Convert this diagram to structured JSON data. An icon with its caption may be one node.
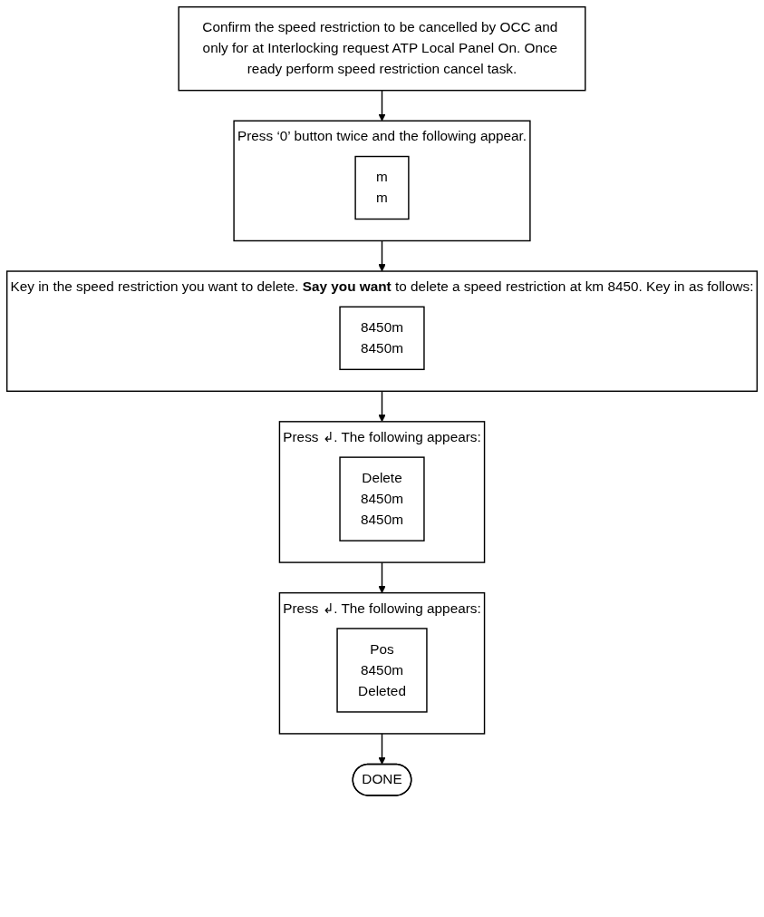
{
  "diagram": {
    "nodes": [
      {
        "text": [
          "Confirm the speed restriction to be cancelled by OCC and only for at Interlocking request ATP Local Panel On. Once ready perform speed restriction cancel task."
        ]
      },
      {
        "text": [
          "Press ‘0’ button twice and the following appear."
        ]
      },
      {
        "text": [
          "m",
          "m"
        ],
        "in": 1
      },
      {
        "text": [
          "Key in the speed restriction you want to delete. **Say you want** to delete a speed restriction at km 8450. Key in as follows:"
        ]
      },
      {
        "text": [
          "8450m",
          "8450m"
        ],
        "in": 3
      },
      {
        "text": [
          "Press ↲. The following appears:"
        ]
      },
      {
        "text": [
          "Delete",
          "8450m",
          "8450m"
        ],
        "in": 5
      },
      {
        "text": [
          "Press ↲. The following appears:"
        ]
      },
      {
        "text": [
          "Pos",
          "8450m",
          "Deleted"
        ],
        "in": 7
      },
      {
        "text": [
          "DONE"
        ]
      }
    ],
    "edges": [
      {
        "from": 0,
        "to": 1,
        "arrow": "to"
      },
      {
        "from": 1,
        "to": 3,
        "arrow": "to"
      },
      {
        "from": 3,
        "to": 5,
        "arrow": "to"
      },
      {
        "from": 5,
        "to": 7,
        "arrow": "to"
      },
      {
        "from": 7,
        "to": 9,
        "arrow": "to"
      }
    ]
  }
}
